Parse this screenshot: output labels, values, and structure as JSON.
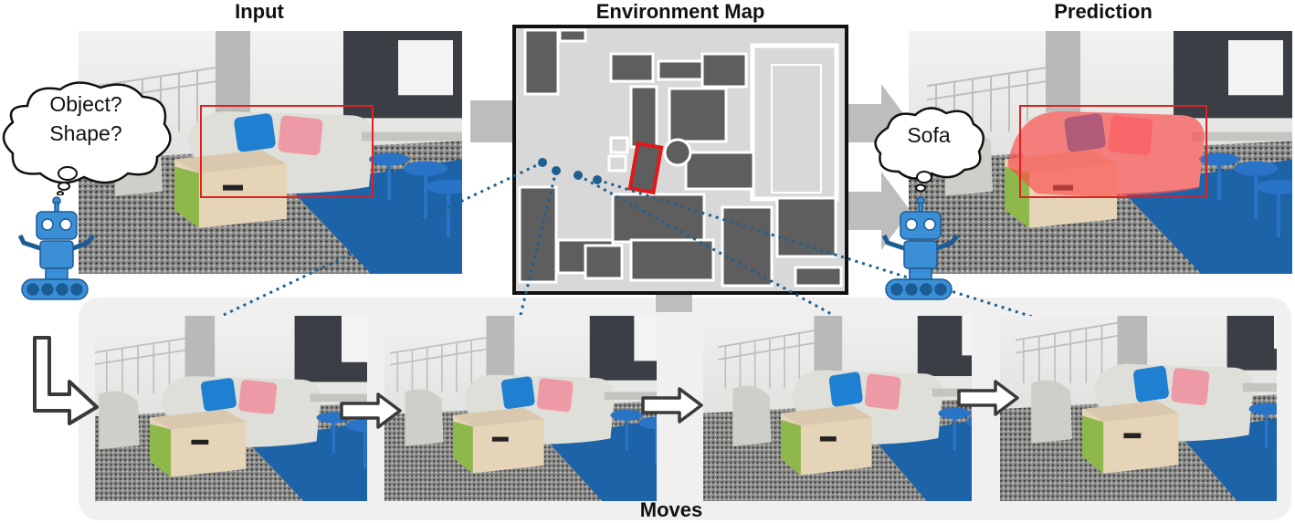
{
  "titles": {
    "input": "Input",
    "map": "Environment Map",
    "prediction": "Prediction",
    "moves": "Moves"
  },
  "bubbles": {
    "input_line1": "Object?",
    "input_line2": "Shape?",
    "prediction": "Sofa"
  },
  "colors": {
    "carpet_blue": "#1d63a8",
    "robot_blue": "#3a8fd6",
    "box_red": "#e02020",
    "mask_red": "#ff5050",
    "map_dark": "#606060",
    "map_light": "#d8d8d8",
    "dotted_path": "#1f5f8f"
  },
  "icons": [
    "robot-icon",
    "thought-bubble-icon",
    "hollow-arrow-icon",
    "gray-block-arrow-icon"
  ]
}
